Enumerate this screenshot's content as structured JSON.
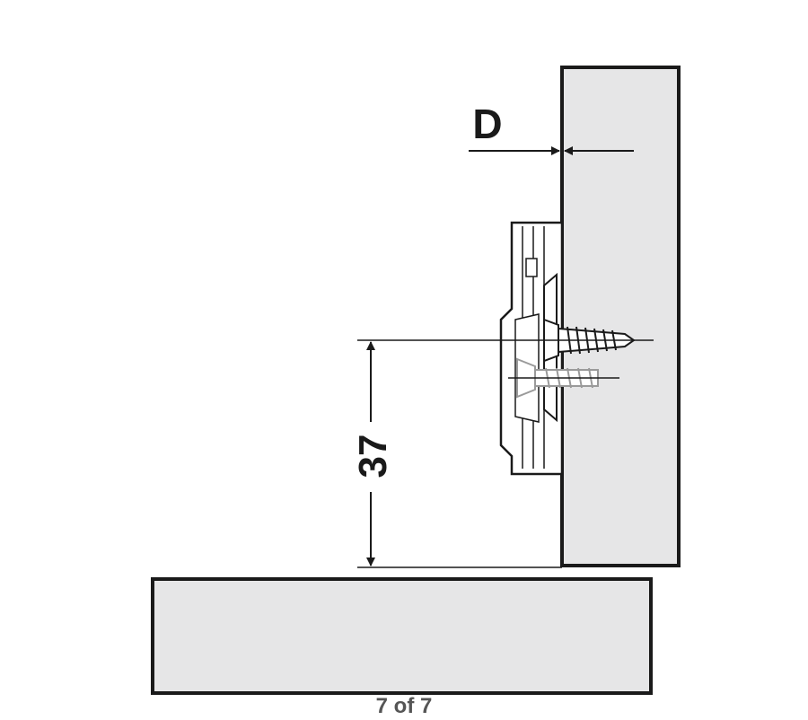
{
  "diagram": {
    "labels": {
      "distance": "D",
      "height": "37"
    },
    "colors": {
      "panel_fill": "#e6e6e7",
      "outline": "#1a1a1a",
      "screw_ghost": "#9a9a9a"
    }
  },
  "pager": {
    "text": "7 of 7"
  }
}
